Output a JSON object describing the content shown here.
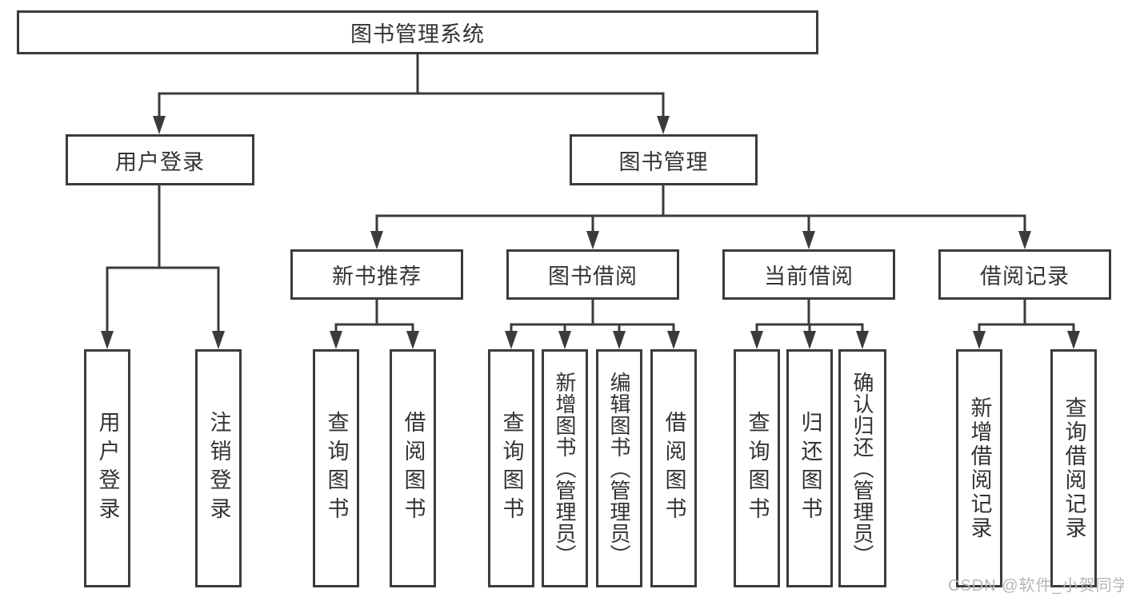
{
  "tree": {
    "label": "图书管理系统",
    "children": [
      {
        "label": "用户登录",
        "children": [
          {
            "label": "用户登录"
          },
          {
            "label": "注销登录"
          }
        ]
      },
      {
        "label": "图书管理",
        "children": [
          {
            "label": "新书推荐",
            "children": [
              {
                "label": "查询图书"
              },
              {
                "label": "借阅图书"
              }
            ]
          },
          {
            "label": "图书借阅",
            "children": [
              {
                "label": "查询图书"
              },
              {
                "label": "新增图书（管理员）"
              },
              {
                "label": "编辑图书（管理员）"
              },
              {
                "label": "借阅图书"
              }
            ]
          },
          {
            "label": "当前借阅",
            "children": [
              {
                "label": "查询图书"
              },
              {
                "label": "归还图书"
              },
              {
                "label": "确认归还（管理员）"
              }
            ]
          },
          {
            "label": "借阅记录",
            "children": [
              {
                "label": "新增借阅记录"
              },
              {
                "label": "查询借阅记录"
              }
            ]
          }
        ]
      }
    ]
  },
  "watermark": "CSDN @软件_小贺同学",
  "colors": {
    "line": "#3b3b3b",
    "text": "#333333",
    "watermark": "#b6b6b6",
    "background": "#ffffff"
  }
}
